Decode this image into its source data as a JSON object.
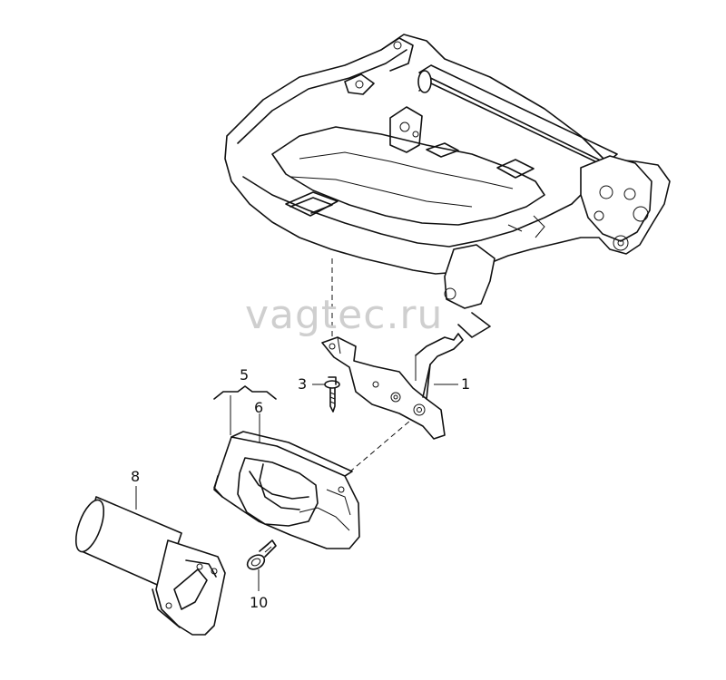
{
  "watermark": "vagtec.ru",
  "callouts": {
    "c1": "1",
    "c3": "3",
    "c5": "5",
    "c6": "6",
    "c8": "8",
    "c10": "10"
  },
  "parts": {
    "seat_frame": "seat-frame",
    "bracket": "bracket",
    "screw_small": "screw",
    "housing": "housing",
    "insert_ring": "insert-ring",
    "cylinder": "cylinder",
    "bolt": "bolt"
  }
}
